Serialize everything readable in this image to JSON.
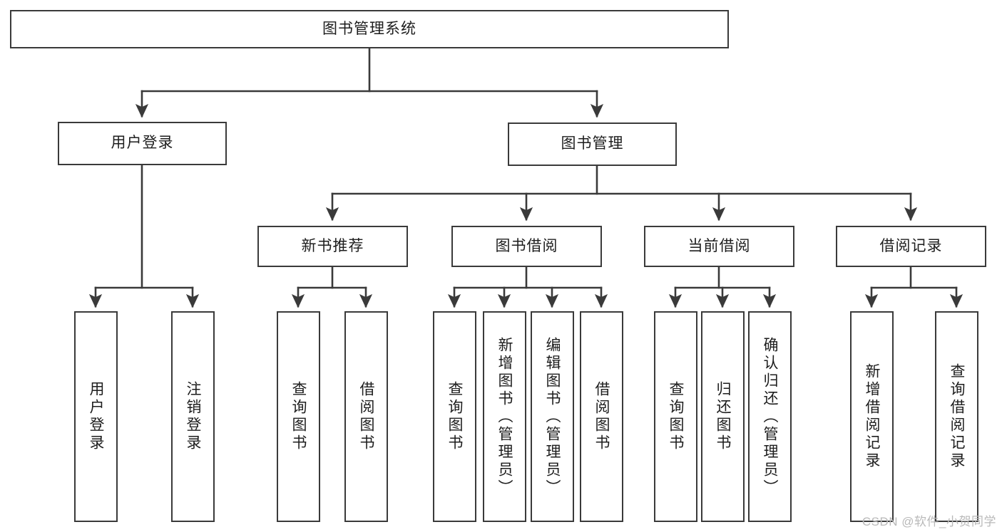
{
  "diagram": {
    "type": "tree",
    "title": "图书管理系统",
    "orientation": "top-down",
    "edge_style": "orthogonal-arrow",
    "colors": {
      "box_border": "#3a3a3a",
      "box_fill": "#ffffff",
      "line": "#3a3a3a",
      "text": "#1d1d1d",
      "watermark": "#b9b9b9",
      "background": "#ffffff"
    }
  },
  "root": {
    "label": "图书管理系统"
  },
  "level2": [
    {
      "label": "用户登录"
    },
    {
      "label": "图书管理"
    }
  ],
  "level3": [
    {
      "label": "新书推荐"
    },
    {
      "label": "图书借阅"
    },
    {
      "label": "当前借阅"
    },
    {
      "label": "借阅记录"
    }
  ],
  "leaves": {
    "user_login": [
      {
        "label": "用户登录"
      },
      {
        "label": "注销登录"
      }
    ],
    "new_book_recommend": [
      {
        "label": "查询图书"
      },
      {
        "label": "借阅图书"
      }
    ],
    "book_borrow": [
      {
        "label": "查询图书"
      },
      {
        "label": "新增图书（管理员）"
      },
      {
        "label": "编辑图书（管理员）"
      },
      {
        "label": "借阅图书"
      }
    ],
    "current_borrow": [
      {
        "label": "查询图书"
      },
      {
        "label": "归还图书"
      },
      {
        "label": "确认归还（管理员）"
      }
    ],
    "borrow_record": [
      {
        "label": "新增借阅记录"
      },
      {
        "label": "查询借阅记录"
      }
    ]
  },
  "watermark": {
    "text": "CSDN @软件_小贺同学"
  }
}
